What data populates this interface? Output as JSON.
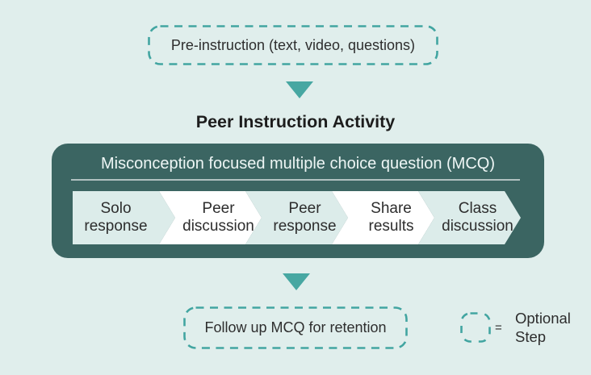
{
  "colors": {
    "background": "#e0eeec",
    "teal_accent": "#47a7a2",
    "dark_box": "#3b6562",
    "band_mint": "#dcecea",
    "band_white": "#ffffff",
    "text_dark": "#2d2d2d",
    "title_light": "#eef6f5"
  },
  "pre_instruction": {
    "label": "Pre-instruction (text, video, questions)"
  },
  "heading": "Peer Instruction Activity",
  "activity": {
    "title": "Misconception focused multiple choice question (MCQ)",
    "steps": [
      "Solo response",
      "Peer discussion",
      "Peer response",
      "Share results",
      "Class discussion"
    ]
  },
  "follow_up": {
    "label": "Follow up MCQ for retention"
  },
  "legend": {
    "equals": "=",
    "label": "Optional Step"
  }
}
